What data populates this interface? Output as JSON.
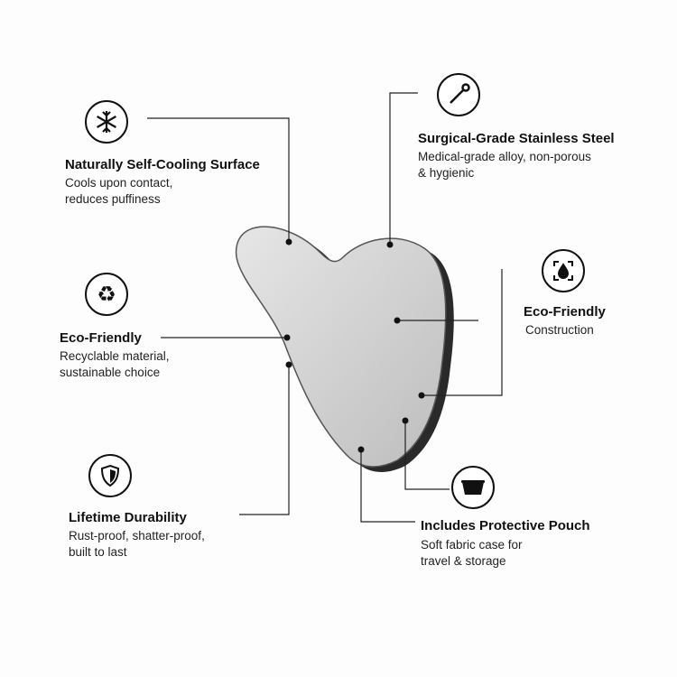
{
  "features": [
    {
      "icon": "snowflake-icon",
      "title": "Naturally Self-Cooling Surface",
      "desc": [
        "Cools upon contact,",
        "reduces puffiness"
      ]
    },
    {
      "icon": "pin-icon",
      "title": "Surgical-Grade Stainless Steel",
      "desc": [
        "Medical-grade alloy, non-porous",
        "& hygienic"
      ]
    },
    {
      "icon": "recycle-icon",
      "title": "Eco-Friendly",
      "desc": [
        "Recyclable material,",
        "sustainable choice"
      ]
    },
    {
      "icon": "water-drop-frame-icon",
      "title": "Eco-Friendly",
      "desc": [
        "Construction"
      ]
    },
    {
      "icon": "shield-icon",
      "title": "Lifetime Durability",
      "desc": [
        "Rust-proof, shatter-proof,",
        "built to last"
      ]
    },
    {
      "icon": "pouch-icon",
      "title": "Includes Protective Pouch",
      "desc": [
        "Soft fabric case for",
        "travel & storage"
      ]
    }
  ]
}
